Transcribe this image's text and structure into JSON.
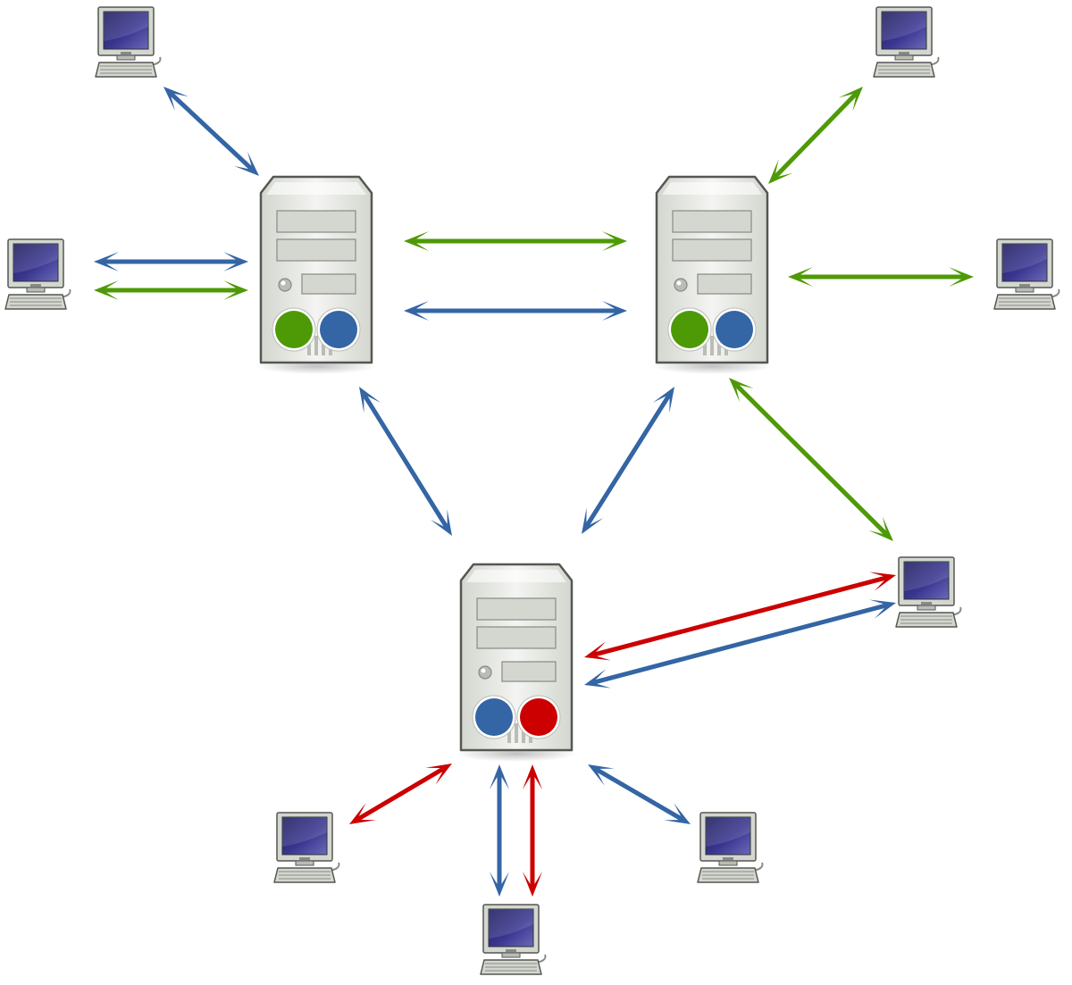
{
  "colors": {
    "blue": "#3465a4",
    "green": "#4e9a06",
    "red": "#cc0000",
    "server_body": "#eeeeec",
    "server_outline": "#555753",
    "monitor_screen": "#2e2a7a"
  },
  "servers": [
    {
      "id": "server-top-left",
      "indicators": [
        "green",
        "blue"
      ]
    },
    {
      "id": "server-top-right",
      "indicators": [
        "green",
        "blue"
      ]
    },
    {
      "id": "server-bottom",
      "indicators": [
        "blue",
        "red"
      ]
    }
  ],
  "clients": [
    {
      "id": "client-top-left"
    },
    {
      "id": "client-left"
    },
    {
      "id": "client-top-right"
    },
    {
      "id": "client-right"
    },
    {
      "id": "client-lower-right"
    },
    {
      "id": "client-bottom-left"
    },
    {
      "id": "client-bottom-center"
    },
    {
      "id": "client-bottom-right"
    }
  ],
  "links": [
    {
      "from": "client-top-left",
      "to": "server-top-left",
      "color": "blue"
    },
    {
      "from": "client-left",
      "to": "server-top-left",
      "color": "blue"
    },
    {
      "from": "client-left",
      "to": "server-top-left",
      "color": "green"
    },
    {
      "from": "server-top-left",
      "to": "server-top-right",
      "color": "green"
    },
    {
      "from": "server-top-left",
      "to": "server-top-right",
      "color": "blue"
    },
    {
      "from": "server-top-right",
      "to": "client-top-right",
      "color": "green"
    },
    {
      "from": "server-top-right",
      "to": "client-right",
      "color": "green"
    },
    {
      "from": "server-top-left",
      "to": "server-bottom",
      "color": "blue"
    },
    {
      "from": "server-top-right",
      "to": "server-bottom",
      "color": "blue"
    },
    {
      "from": "server-top-right",
      "to": "client-lower-right",
      "color": "green"
    },
    {
      "from": "server-bottom",
      "to": "client-lower-right",
      "color": "red"
    },
    {
      "from": "server-bottom",
      "to": "client-lower-right",
      "color": "blue"
    },
    {
      "from": "server-bottom",
      "to": "client-bottom-left",
      "color": "red"
    },
    {
      "from": "server-bottom",
      "to": "client-bottom-center",
      "color": "blue"
    },
    {
      "from": "server-bottom",
      "to": "client-bottom-center",
      "color": "red"
    },
    {
      "from": "server-bottom",
      "to": "client-bottom-right",
      "color": "blue"
    }
  ]
}
